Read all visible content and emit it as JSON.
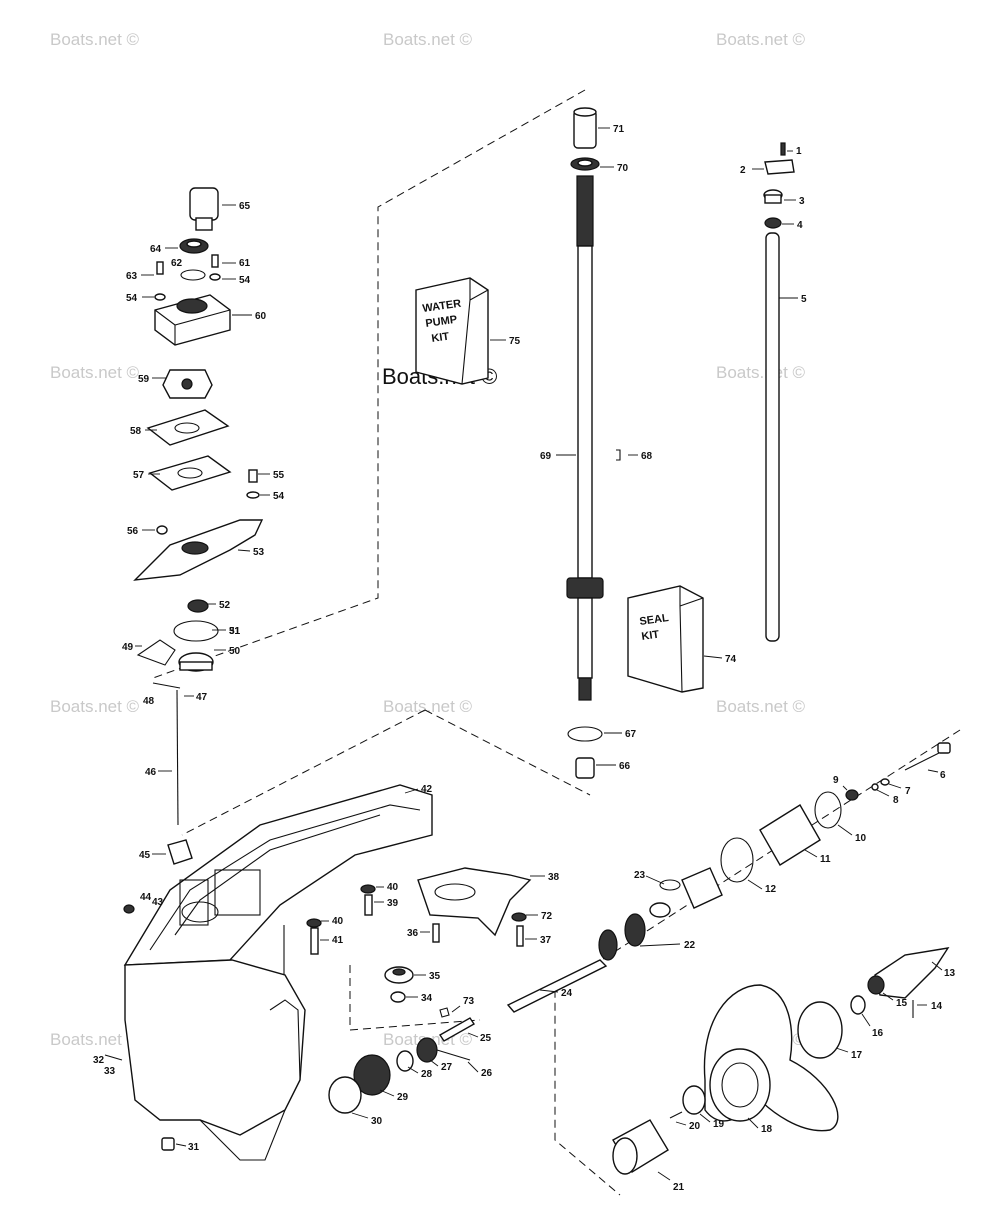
{
  "watermarks": {
    "text": "Boats.net ©",
    "center_text": "Boats.net ©"
  },
  "kits": {
    "water_pump": [
      "WATER",
      "PUMP",
      "KIT"
    ],
    "seal": [
      "SEAL",
      "KIT"
    ]
  },
  "callouts": [
    "1",
    "2",
    "3",
    "4",
    "5",
    "6",
    "7",
    "8",
    "9",
    "10",
    "11",
    "12",
    "13",
    "14",
    "15",
    "16",
    "17",
    "18",
    "19",
    "20",
    "21",
    "22",
    "23",
    "24",
    "25",
    "26",
    "27",
    "28",
    "29",
    "30",
    "31",
    "31",
    "32",
    "33",
    "34",
    "35",
    "36",
    "37",
    "38",
    "39",
    "40",
    "40",
    "41",
    "42",
    "43",
    "44",
    "45",
    "46",
    "47",
    "48",
    "49",
    "50",
    "51",
    "52",
    "53",
    "54",
    "54",
    "54",
    "55",
    "56",
    "57",
    "58",
    "59",
    "60",
    "61",
    "62",
    "63",
    "64",
    "65",
    "66",
    "67",
    "68",
    "69",
    "70",
    "71",
    "72",
    "73",
    "74",
    "75"
  ]
}
